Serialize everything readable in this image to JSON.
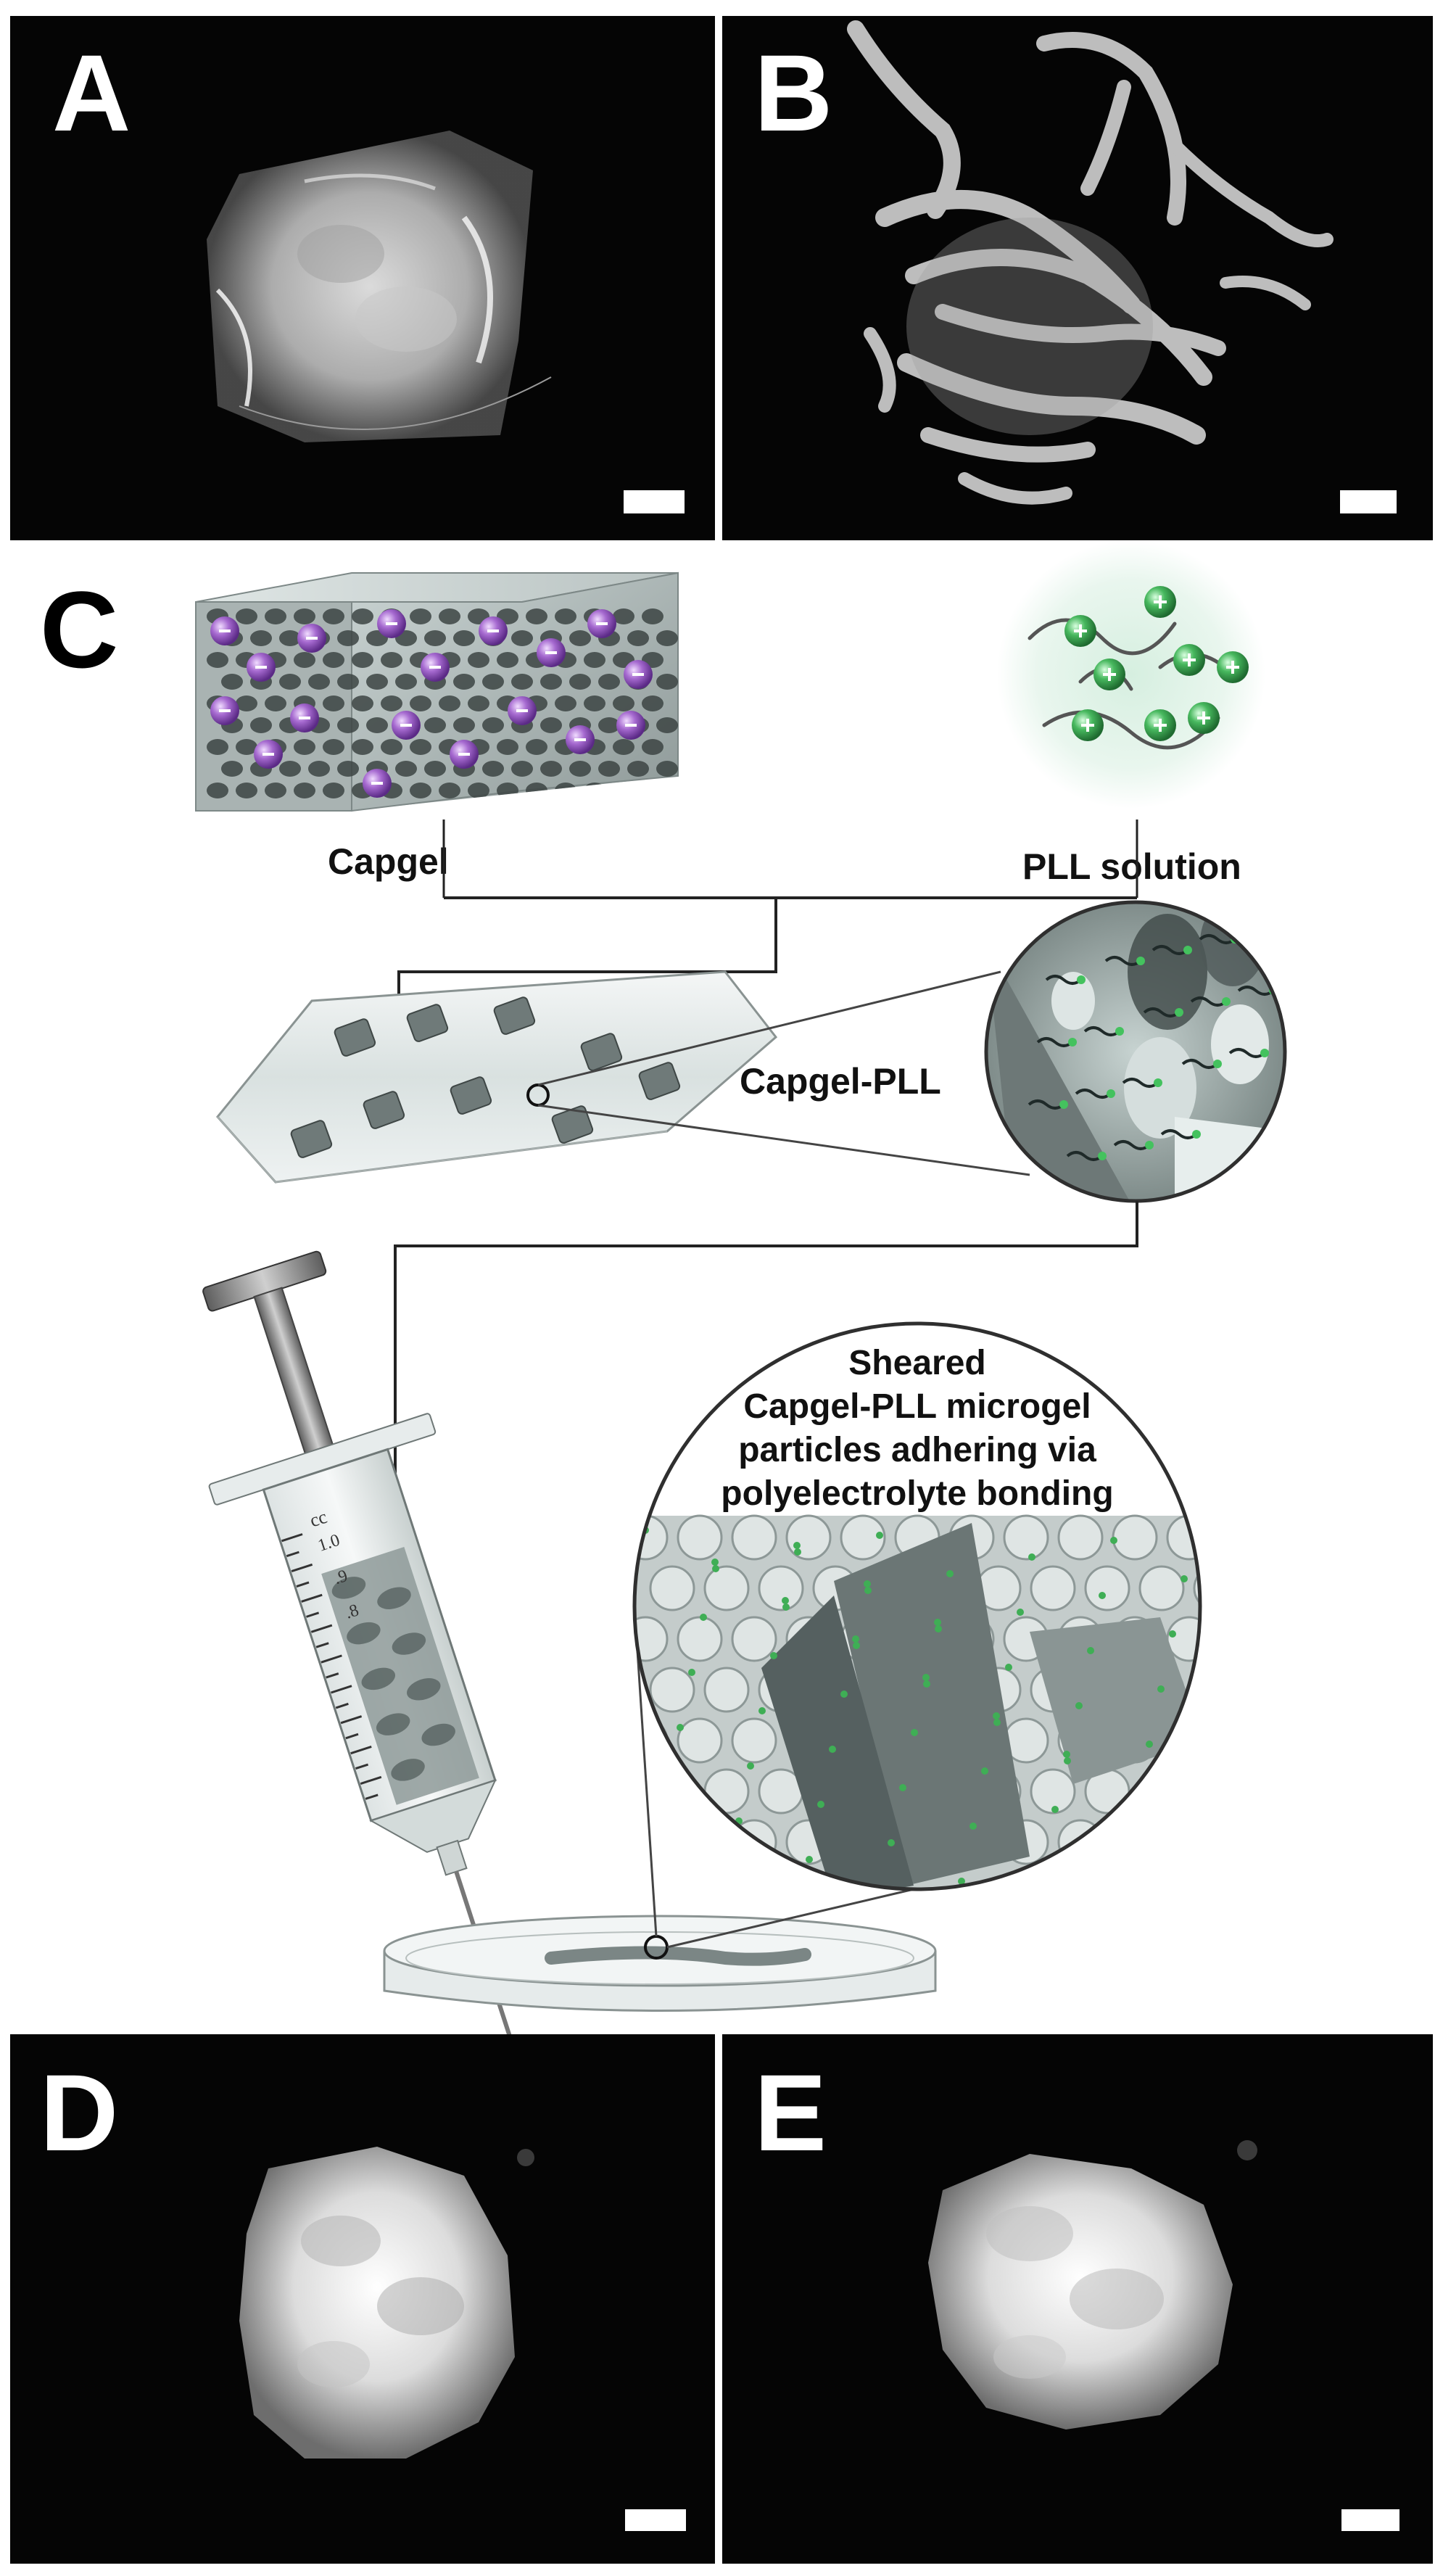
{
  "panels": {
    "a": {
      "letter": "A"
    },
    "b": {
      "letter": "B"
    },
    "c": {
      "letter": "C"
    },
    "d": {
      "letter": "D"
    },
    "e": {
      "letter": "E"
    }
  },
  "diagram": {
    "capgel_label": "Capgel",
    "pll_label": "PLL solution",
    "capgel_pll_label": "Capgel-PLL",
    "sheared_lines": [
      "Sheared",
      "Capgel-PLL microgel",
      "particles adhering via",
      "polyelectrolyte bonding"
    ],
    "syringe_scale": [
      "cc",
      "1.0",
      ".9",
      ".8"
    ]
  },
  "colors": {
    "panel_background": "#050505",
    "anion_sphere": "#9a5fc2",
    "cation_sphere": "#3fae55",
    "gel_gray": "#8f9a98"
  }
}
